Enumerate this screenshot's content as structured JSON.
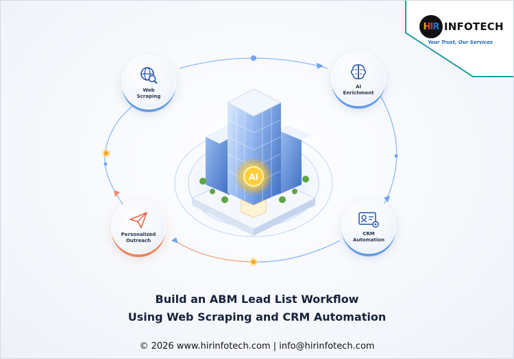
{
  "brand": {
    "logo_mark": "HIR",
    "logo_word": "INFOTECH",
    "tagline": "Your Trust, Our Services",
    "accent": "#1f9aa8"
  },
  "nodes": {
    "web_scraping": {
      "label": "Web\nScraping",
      "icon": "globe-search-icon"
    },
    "ai_enrichment": {
      "label": "AI\nEnrichment",
      "icon": "brain-icon"
    },
    "crm_automation": {
      "label": "CRM\nAutomation",
      "icon": "id-card-gear-icon"
    },
    "personalized_outreach": {
      "label": "Personalized\nOutreach",
      "icon": "paper-plane-icon"
    }
  },
  "center": {
    "badge": "AI",
    "icon": "office-building-icon"
  },
  "headline": {
    "line1": "Build an ABM Lead List Workflow",
    "line2": "Using Web Scraping and CRM Automation"
  },
  "footer": {
    "text": "© 2026 www.hirinfotech.com | info@hirinfotech.com"
  },
  "colors": {
    "blue": "#4a8fe8",
    "orange": "#ef7a4f",
    "gold": "#f5b82e",
    "dark_text": "#16213a"
  }
}
